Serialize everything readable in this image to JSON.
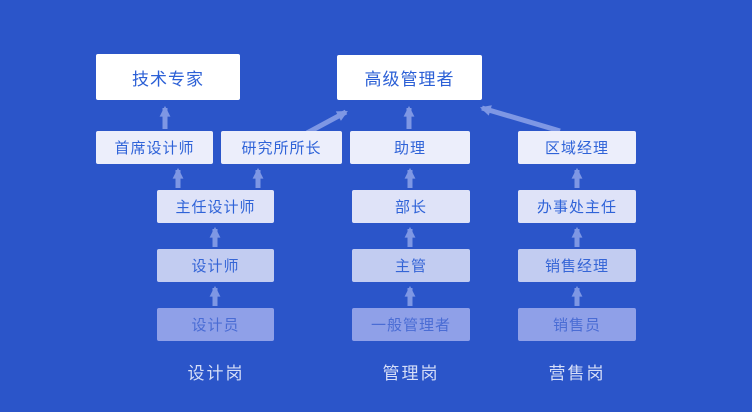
{
  "diagram_type": "career-promotion-path",
  "nodes": {
    "tech_expert": "技术专家",
    "senior_manager": "高级管理者",
    "chief_designer": "首席设计师",
    "institute_director": "研究所所长",
    "assistant": "助理",
    "regional_manager": "区域经理",
    "director_designer": "主任设计师",
    "department_head": "部长",
    "office_director": "办事处主任",
    "designer": "设计师",
    "supervisor": "主管",
    "sales_manager": "销售经理",
    "draftsman": "设计员",
    "general_manager": "一般管理者",
    "salesperson": "销售员"
  },
  "column_labels": {
    "design": "设计岗",
    "management": "管理岗",
    "sales": "营售岗"
  },
  "edges": [
    {
      "from": "设计员",
      "to": "设计师"
    },
    {
      "from": "设计师",
      "to": "主任设计师"
    },
    {
      "from": "主任设计师",
      "to": "首席设计师"
    },
    {
      "from": "主任设计师",
      "to": "研究所所长"
    },
    {
      "from": "首席设计师",
      "to": "技术专家"
    },
    {
      "from": "研究所所长",
      "to": "高级管理者"
    },
    {
      "from": "一般管理者",
      "to": "主管"
    },
    {
      "from": "主管",
      "to": "部长"
    },
    {
      "from": "部长",
      "to": "助理"
    },
    {
      "from": "助理",
      "to": "高级管理者"
    },
    {
      "from": "销售员",
      "to": "销售经理"
    },
    {
      "from": "销售经理",
      "to": "办事处主任"
    },
    {
      "from": "办事处主任",
      "to": "区域经理"
    },
    {
      "from": "区域经理",
      "to": "高级管理者"
    }
  ],
  "palette": {
    "background": "#2b55c9",
    "arrow": "#7e97e4",
    "node_text": "#2f63d8",
    "level_fills": [
      "#ffffff",
      "#eceefb",
      "#dfe3f8",
      "#c2ccf1",
      "#8fa0e8"
    ],
    "column_label_text": "#d7dff8"
  }
}
